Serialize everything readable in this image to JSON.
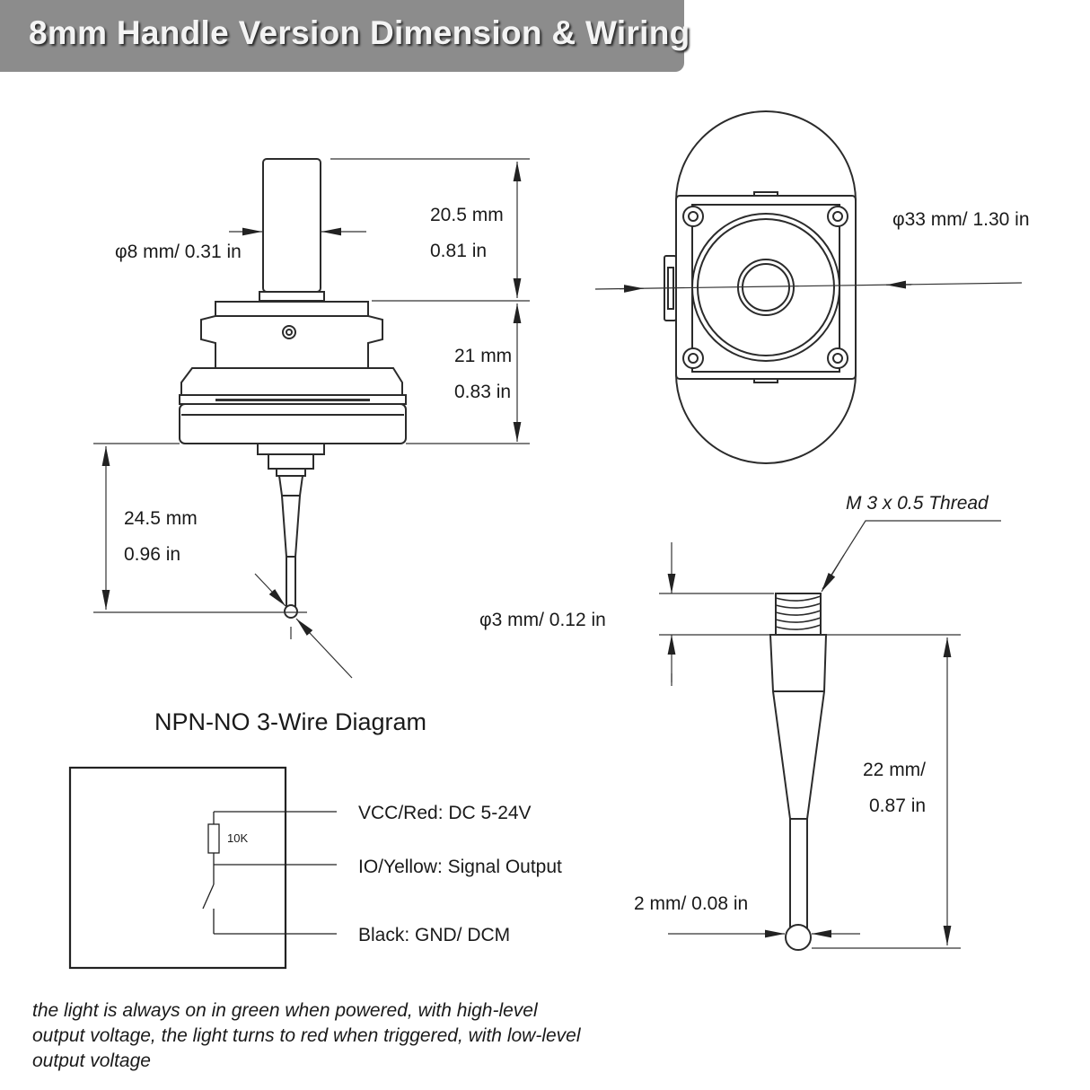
{
  "banner": {
    "title": "8mm Handle Version Dimension & Wiring"
  },
  "dimensions": {
    "handle_diameter": "φ8 mm/ 0.31 in",
    "handle_length_mm": "20.5 mm",
    "handle_length_in": "0.81 in",
    "body_height_mm": "21 mm",
    "body_height_in": "0.83 in",
    "stylus_length_mm": "24.5 mm",
    "stylus_length_in": "0.96 in",
    "body_diameter": "φ33 mm/ 1.30 in",
    "thread_label": "M 3 x 0.5 Thread",
    "thread_diameter": "φ3 mm/ 0.12 in",
    "tip_length_mm": "22 mm/",
    "tip_length_in": "0.87 in",
    "ball_diameter": "2 mm/ 0.08 in"
  },
  "wiring": {
    "title": "NPN-NO 3-Wire Diagram",
    "resistor": "10K",
    "vcc": "VCC/Red: DC 5-24V",
    "io": "IO/Yellow: Signal Output",
    "gnd": "Black: GND/ DCM"
  },
  "note": {
    "lines": [
      "the light is always on in green when powered, with high-level",
      "output voltage, the light turns to red when triggered, with low-level",
      "output voltage"
    ]
  },
  "colors": {
    "banner": "#8c8c8c",
    "banner_text": "#f4f4f4",
    "line": "#2b2b2b"
  }
}
